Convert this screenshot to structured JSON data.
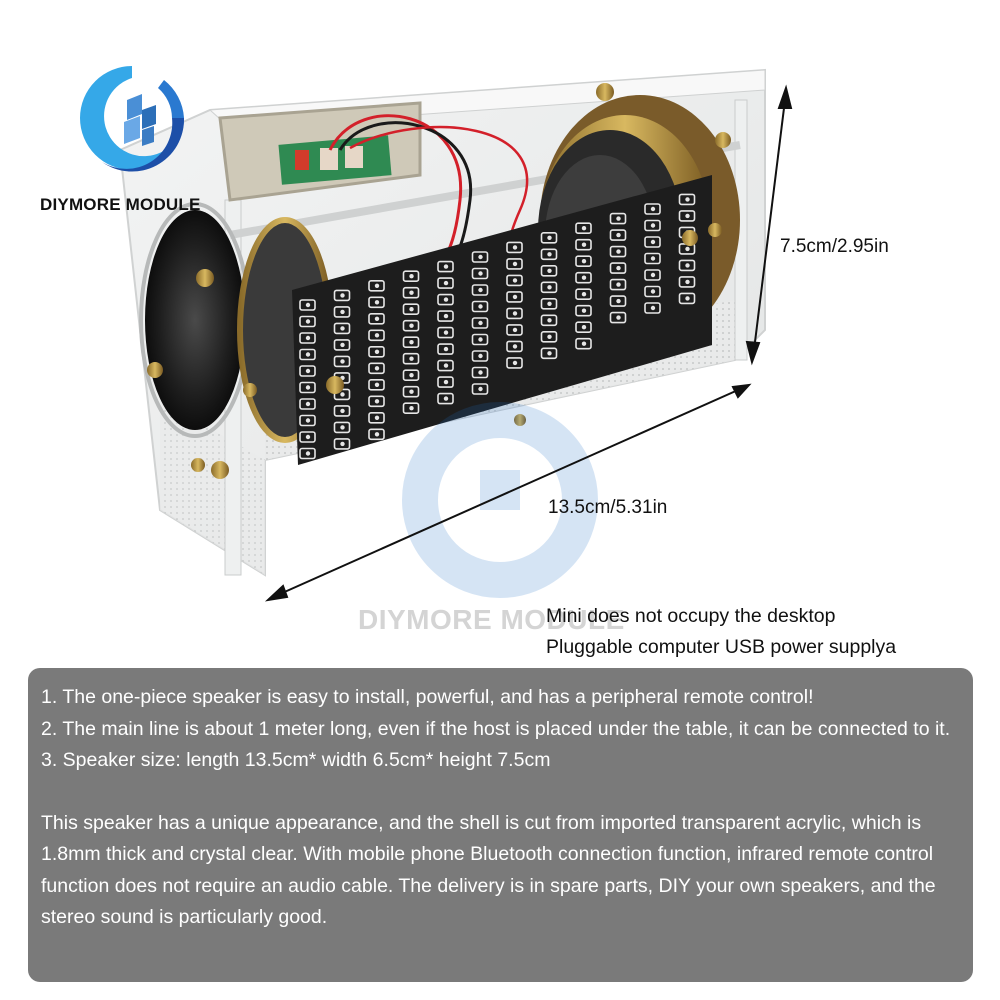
{
  "brand": {
    "name": "DIYMORE MODULE",
    "logo_icon": "diymore-logo-icon",
    "colors": {
      "ring_light": "#35a8e8",
      "ring_dark": "#1d4fa8",
      "squares": "#3b7cc4"
    },
    "watermark_text": "DIYMORE MODULE"
  },
  "product_image": {
    "subject": "acrylic-case-bluetooth-speaker-kit",
    "led_matrix": {
      "columns": 12,
      "rows": 10
    }
  },
  "dimensions": {
    "height_label": "7.5cm/2.95in",
    "length_label": "13.5cm/5.31in"
  },
  "features": [
    "Mini does not occupy the desktop",
    "Pluggable computer USB power supplya"
  ],
  "description_panel": {
    "background": "#7a7a7a",
    "list_items": [
      "1. The one-piece speaker is easy to install, powerful, and has a peripheral remote control!",
      "2. The main line is about 1 meter long, even if the host is placed under the table, it can be connected to it.",
      "3. Speaker size: length 13.5cm* width 6.5cm* height 7.5cm"
    ],
    "paragraph": "This speaker has a unique appearance, and the shell is cut from imported transparent acrylic, which is 1.8mm thick and crystal clear. With mobile phone Bluetooth connection function, infrared remote control function does not require an audio cable. The delivery is in spare parts, DIY your own speakers, and the stereo sound is particularly good."
  }
}
